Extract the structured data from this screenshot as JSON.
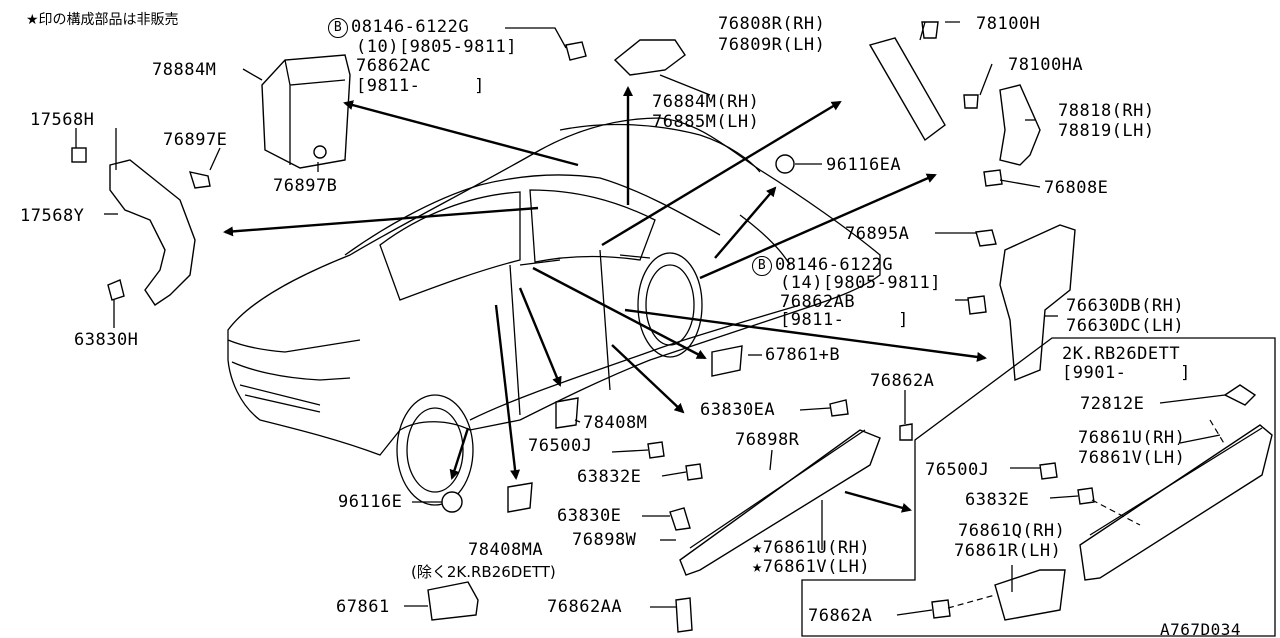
{
  "note": "★印の構成部品は非販売",
  "diagram_code": "A767D034",
  "labels": {
    "l_78884M": "78884M",
    "l_17568H": "17568H",
    "l_76897E": "76897E",
    "l_76897B": "76897B",
    "l_17568Y": "17568Y",
    "l_63830H": "63830H",
    "l_08146_a": "08146-6122G",
    "l_08146_a_qty": "(10)[9805-9811]",
    "l_76862AC": "76862AC",
    "l_9811_a": "[9811-     ]",
    "l_76884M": "76884M(RH)",
    "l_76885M": "76885M(LH)",
    "l_76808R": "76808R(RH)",
    "l_76809R": "76809R(LH)",
    "l_78100H": "78100H",
    "l_78100HA": "78100HA",
    "l_78818": "78818(RH)",
    "l_78819": "78819(LH)",
    "l_76808E": "76808E",
    "l_96116EA": "96116EA",
    "l_76895A": "76895A",
    "l_08146_b": "08146-6122G",
    "l_08146_b_qty": "(14)[9805-9811]",
    "l_76862AB": "76862AB",
    "l_9811_b": "[9811-     ]",
    "l_76630DB": "76630DB(RH)",
    "l_76630DC": "76630DC(LH)",
    "l_2k_a": "2K.RB26DETT",
    "l_9901": "[9901-     ]",
    "l_67861B": "67861+B",
    "l_76862A_top": "76862A",
    "l_72812E": "72812E",
    "l_76861U_a": "76861U(RH)",
    "l_76861V_a": "76861V(LH)",
    "l_63830EA": "63830EA",
    "l_78408M": "78408M",
    "l_76898R": "76898R",
    "l_76500J_a": "76500J",
    "l_63832E_a": "63832E",
    "l_76500J_b": "76500J",
    "l_63832E_b": "63832E",
    "l_96116E": "96116E",
    "l_63830E": "63830E",
    "l_76898W": "76898W",
    "l_78408MA": "78408MA",
    "l_exc": "(除く2K.RB26DETT)",
    "l_67861": "67861",
    "l_76862AA": "76862AA",
    "l_76861U_b": "★76861U(RH)",
    "l_76861V_b": "★76861V(LH)",
    "l_76861Q": "76861Q(RH)",
    "l_76861R": "76861R(LH)",
    "l_76862A_bot": "76862A"
  },
  "bolt_symbol": "B"
}
